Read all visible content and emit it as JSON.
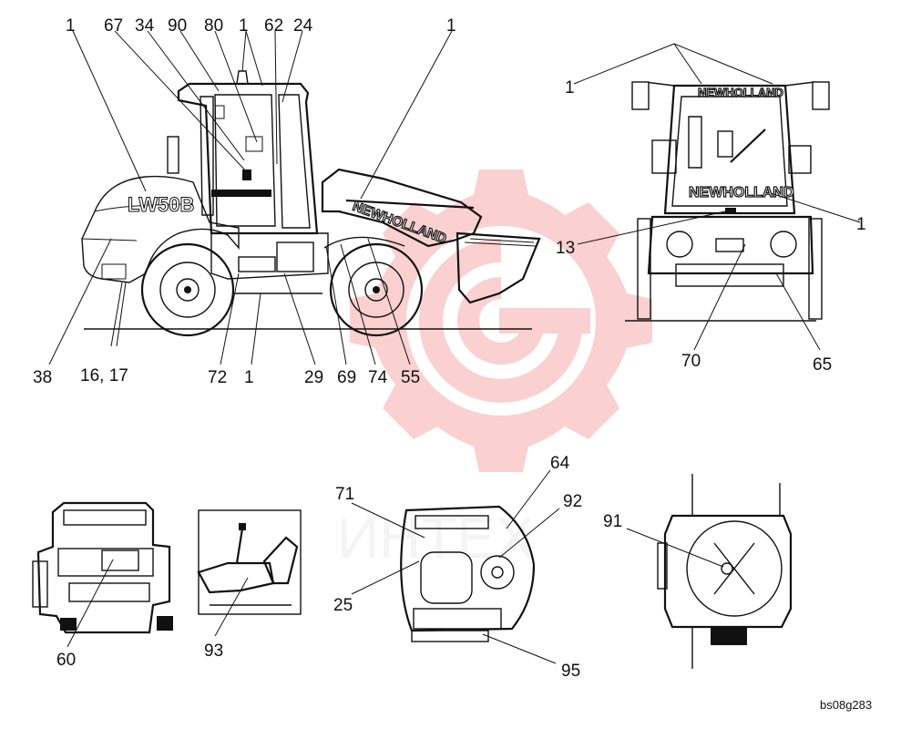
{
  "diagram": {
    "drawing_code": "bs08g283",
    "watermark_text": "ИНТЕХ",
    "brand_text": "NEWHOLLAND",
    "model_text": "LW50B",
    "colors": {
      "line": "#111111",
      "background": "#ffffff",
      "watermark": "#f05a5a"
    },
    "callouts": {
      "side_view": [
        "1",
        "67",
        "34",
        "90",
        "80",
        "1",
        "62",
        "24",
        "1",
        "38",
        "16, 17",
        "72",
        "1",
        "29",
        "69",
        "74",
        "55"
      ],
      "front_view": [
        "1",
        "13",
        "1",
        "70",
        "65"
      ],
      "engine_view": [
        "60"
      ],
      "seat_view": [
        "93"
      ],
      "cab_top_view": [
        "71",
        "64",
        "92",
        "25",
        "95"
      ],
      "roof_view": [
        "91"
      ]
    }
  }
}
